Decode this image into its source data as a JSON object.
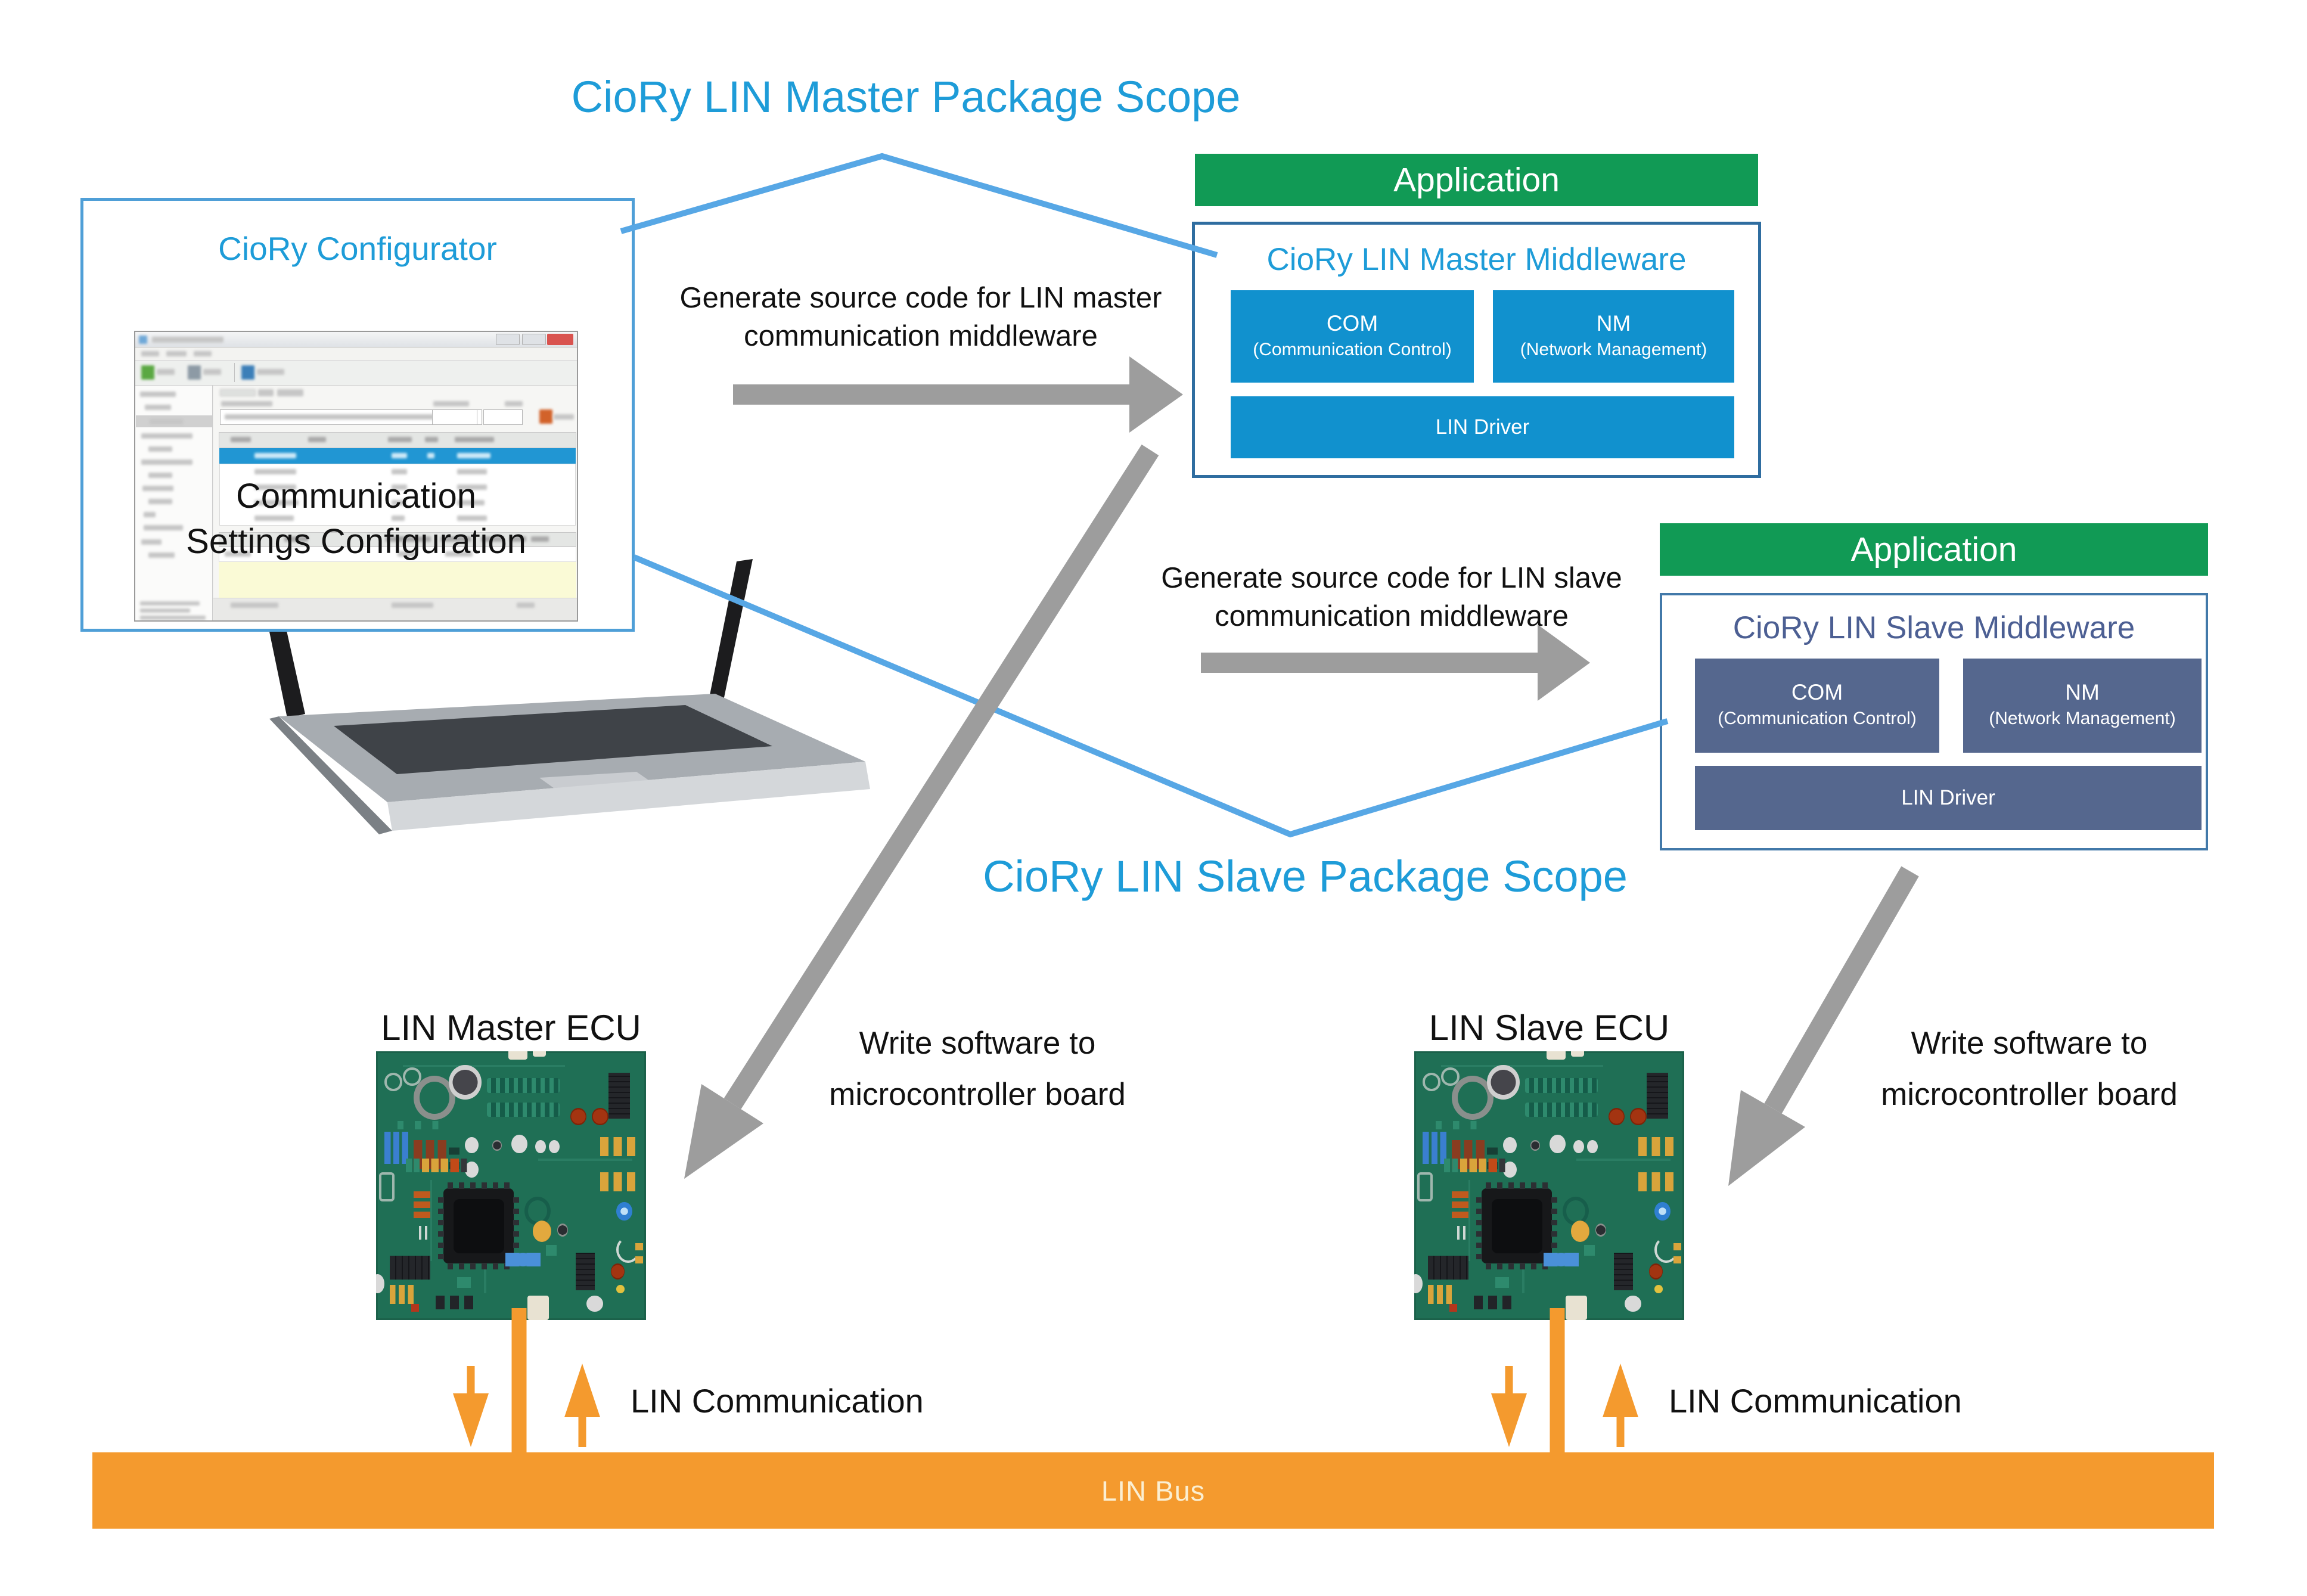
{
  "titles": {
    "master_scope": "CioRy LIN Master Package Scope",
    "slave_scope": "CioRy LIN Slave Package Scope"
  },
  "configurator": {
    "title": "CioRy Configurator",
    "overlay_line1": "Communication",
    "overlay_line2": "Settings Configuration"
  },
  "master_stack": {
    "application": "Application",
    "middleware_title": "CioRy LIN Master Middleware",
    "com_title": "COM",
    "com_sub": "(Communication Control)",
    "nm_title": "NM",
    "nm_sub": "(Network Management)",
    "driver": "LIN Driver"
  },
  "slave_stack": {
    "application": "Application",
    "middleware_title": "CioRy LIN Slave Middleware",
    "com_title": "COM",
    "com_sub": "(Communication Control)",
    "nm_title": "NM",
    "nm_sub": "(Network Management)",
    "driver": "LIN Driver"
  },
  "annotations": {
    "master_generate_line1": "Generate source code for LIN master",
    "master_generate_line2": "communication middleware",
    "slave_generate_line1": "Generate source code for LIN slave",
    "slave_generate_line2": "communication middleware",
    "master_write_line1": "Write software to",
    "master_write_line2": "microcontroller board",
    "slave_write_line1": "Write software to",
    "slave_write_line2": "microcontroller board",
    "master_comm_label": "LIN Communication",
    "slave_comm_label": "LIN Communication"
  },
  "ecus": {
    "master_label": "LIN Master ECU",
    "slave_label": "LIN Slave ECU"
  },
  "bus": {
    "label": "LIN Bus"
  },
  "colors": {
    "accent_blue": "#1E9CD8",
    "line_blue": "#57A7E5",
    "green": "#119A55",
    "master_box_blue": "#1191CE",
    "master_border": "#2F6DA0",
    "slave_box_slate": "#55678E",
    "slave_border": "#4279A9",
    "slave_title": "#4C5F93",
    "orange": "#F49A2E",
    "bus_text": "#FBEFD2",
    "arrow_gray": "#9D9D9D"
  }
}
